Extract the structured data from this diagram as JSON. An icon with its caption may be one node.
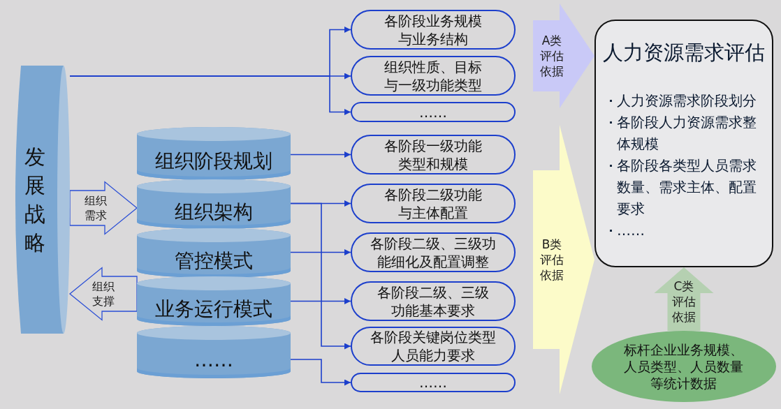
{
  "diagram": {
    "nodes": [
      {
        "text": [
          "发展战略"
        ]
      },
      {
        "text": [
          "组织阶段规划"
        ]
      },
      {
        "text": [
          "组织架构"
        ]
      },
      {
        "text": [
          "管控模式"
        ]
      },
      {
        "text": [
          "业务运行模式"
        ]
      },
      {
        "text": [
          "……"
        ]
      },
      {
        "text": [
          "各阶段业务规模与业务结构"
        ]
      },
      {
        "text": [
          "组织性质、目标与一级功能类型"
        ]
      },
      {
        "text": [
          "……"
        ]
      },
      {
        "text": [
          "各阶段一级功能类型和规模"
        ]
      },
      {
        "text": [
          "各阶段二级功能与主体配置"
        ]
      },
      {
        "text": [
          "各阶段二级、三级功能细化及配置调整"
        ]
      },
      {
        "text": [
          "各阶段二级、三级功能基本要求"
        ]
      },
      {
        "text": [
          "各阶段关键岗位类型人员能力要求"
        ]
      },
      {
        "text": [
          "……"
        ]
      },
      {
        "text": [
          "人力资源需求评估",
          "人力资源需求阶段划分",
          "各阶段人力资源需求整体规模",
          "各阶段各类型人员需求数量、需求主体、配置要求",
          "……"
        ]
      },
      {
        "text": [
          "标杆企业业务规模、人员类型、人员数量等统计数据"
        ]
      }
    ],
    "edges": [
      {
        "from": 0,
        "to": 6,
        "arrow": "to"
      },
      {
        "from": 0,
        "to": 7,
        "arrow": "to"
      },
      {
        "from": 0,
        "to": 8,
        "arrow": "to"
      },
      {
        "from": 1,
        "to": 9,
        "arrow": "to"
      },
      {
        "from": 2,
        "to": 10,
        "arrow": "to"
      },
      {
        "from": 2,
        "to": 13,
        "arrow": "to"
      },
      {
        "from": 3,
        "to": 11,
        "arrow": "to"
      },
      {
        "from": 4,
        "to": 12,
        "arrow": "to"
      },
      {
        "from": 5,
        "to": 14,
        "arrow": "to"
      },
      {
        "from": 0,
        "to": 2,
        "arrow": "to",
        "label": "组织需求",
        "style": "thick"
      },
      {
        "from": 4,
        "to": 0,
        "arrow": "to",
        "label": "组织支撑",
        "style": "thick"
      },
      {
        "from": null,
        "to": 15,
        "arrow": "to",
        "label": "A类评估依据",
        "style": "thick",
        "color": "#c9c9f7"
      },
      {
        "from": null,
        "to": 15,
        "arrow": "to",
        "label": "B类评估依据",
        "style": "thick",
        "color": "#fcfbc9"
      },
      {
        "from": 16,
        "to": 15,
        "arrow": "to",
        "label": "C类评估依据",
        "style": "thick",
        "color": "#b5d0b1"
      }
    ]
  }
}
